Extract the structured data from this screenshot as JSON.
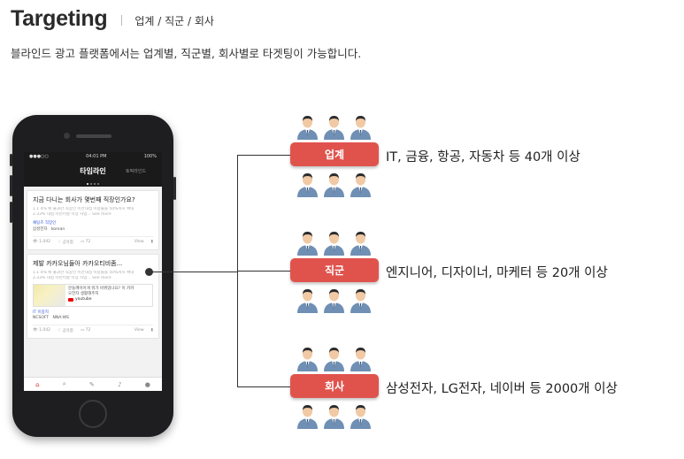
{
  "header": {
    "title": "Targeting",
    "subtitle": "업계 / 직군 / 회사",
    "description": "블라인드 광고 플랫폼에서는 업계별, 직군별, 회사별로 타겟팅이 가능합니다."
  },
  "phone": {
    "status_time": "04:01 PM",
    "status_battery": "100%",
    "app_title": "타임라인",
    "app_tab": "토픽라인드",
    "card1": {
      "title": "지금 다니는 회사가 몇번째 직장인가요?",
      "line1": "1.1 4% 에 불과한 직장인 이만대접 이용률을 50%까지 확대",
      "line2": "2.33% 대접 이런이할 이상 사업...",
      "more": "See more",
      "tag": "채팅즈 직장인",
      "meta": "삼성전자",
      "meta2": "korean",
      "views": "1,042",
      "likes": "공유함",
      "comments": "72",
      "share": "View"
    },
    "card2": {
      "title": "제발 카카오님들아 카카오티비좀...",
      "line1": "1.1 4% 에 불과한 직장인 이만대접 이용률을 50%까지 확대",
      "line2": "2.33% 대접 이런이할 이상 사업...",
      "more": "See more",
      "preview_line1": "분들께이어게 워가 바뀌었나요? 이 카카",
      "preview_line2": "오전자 생활해주지",
      "preview_source": "youtube",
      "tag": "IT 이중지",
      "meta": "NCSOFT",
      "meta2": "NNA:WS",
      "views": "1,042",
      "likes": "공유함",
      "comments": "72",
      "share": "View"
    }
  },
  "groups": [
    {
      "label": "업계",
      "text": "IT, 금융, 항공, 자동차 등 40개 이상"
    },
    {
      "label": "직군",
      "text": "엔지니어, 디자이너, 마케터 등 20개 이상"
    },
    {
      "label": "회사",
      "text": "삼성전자, LG전자, 네이버 등 2000개 이상"
    }
  ],
  "colors": {
    "accent": "#e0534d",
    "person_shirt": "#6f8fb4",
    "person_skin": "#f1c9a5",
    "person_hair": "#2b2b2b"
  }
}
